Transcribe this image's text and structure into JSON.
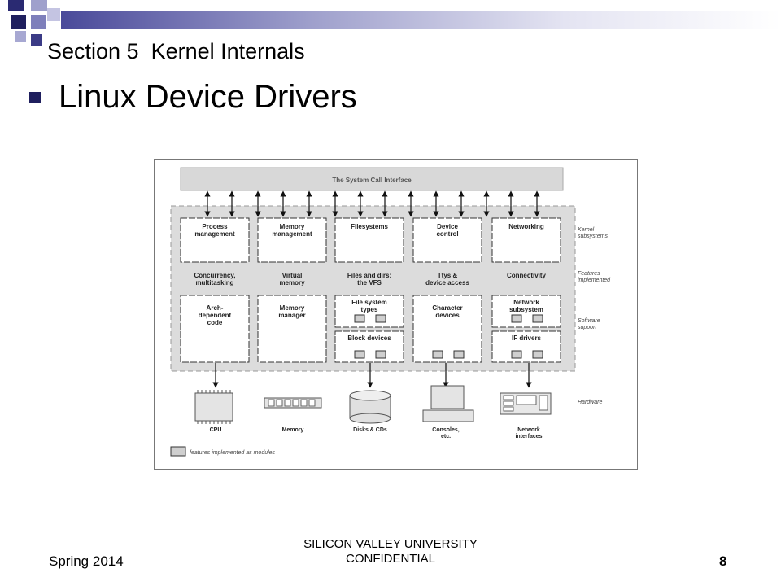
{
  "header": {
    "section": "Section 5  Kernel Internals",
    "title": "Linux Device Drivers"
  },
  "diagram": {
    "syscall": "The System Call Interface",
    "subsystems": [
      {
        "name": [
          "Process",
          "management"
        ],
        "feature": [
          "Concurrency,",
          "multitasking"
        ],
        "support": [
          "Arch-",
          "dependent",
          "code"
        ]
      },
      {
        "name": [
          "Memory",
          "management"
        ],
        "feature": [
          "Virtual",
          "memory"
        ],
        "support": [
          "Memory",
          "manager"
        ]
      },
      {
        "name": [
          "Filesystems"
        ],
        "feature": [
          "Files and dirs:",
          "the VFS"
        ],
        "support_top": [
          "File system",
          "types"
        ],
        "support_bottom": [
          "Block devices"
        ]
      },
      {
        "name": [
          "Device",
          "control"
        ],
        "feature": [
          "Ttys &",
          "device access"
        ],
        "support": [
          "Character",
          "devices"
        ]
      },
      {
        "name": [
          "Networking"
        ],
        "feature": [
          "Connectivity"
        ],
        "support_top": [
          "Network",
          "subsystem"
        ],
        "support_bottom": [
          "IF drivers"
        ]
      }
    ],
    "side_labels": {
      "kernel": [
        "Kernel",
        "subsystems"
      ],
      "features": [
        "Features",
        "implemented"
      ],
      "software": [
        "Software",
        "support"
      ],
      "hardware": [
        "Hardware"
      ]
    },
    "hardware": [
      {
        "label": [
          "CPU"
        ]
      },
      {
        "label": [
          "Memory"
        ]
      },
      {
        "label": [
          "Disks & CDs"
        ]
      },
      {
        "label": [
          "Consoles,",
          "etc."
        ]
      },
      {
        "label": [
          "Network",
          "interfaces"
        ]
      }
    ],
    "legend": "features implemented as modules"
  },
  "footer": {
    "left": "Spring 2014",
    "center_line1": "SILICON VALLEY UNIVERSITY",
    "center_line2": "CONFIDENTIAL",
    "page": "8"
  },
  "colors": {
    "accent": "#1f1f5e",
    "deco_light": "#9fa0cc",
    "diagram_shade": "#dcdcdc"
  }
}
